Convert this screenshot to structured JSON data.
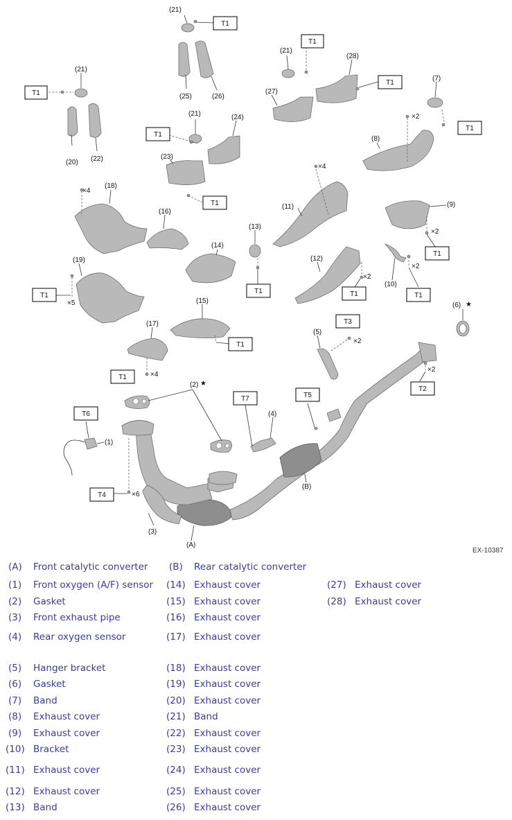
{
  "figure_id": "EX-10387",
  "colors": {
    "legend_text": "#3b3b9e",
    "part_fill": "#b9b9b9",
    "part_stroke": "#6d6d6d"
  },
  "callouts": {
    "c1": "(1)",
    "c2": "(2)",
    "c3": "(3)",
    "c4": "(4)",
    "c5": "(5)",
    "c6": "(6)",
    "c7": "(7)",
    "c8": "(8)",
    "c9": "(9)",
    "c10": "(10)",
    "c11": "(11)",
    "c12": "(12)",
    "c13": "(13)",
    "c14": "(14)",
    "c15": "(15)",
    "c16": "(16)",
    "c17": "(17)",
    "c18": "(18)",
    "c19": "(19)",
    "c20": "(20)",
    "c21": "(21)",
    "c22": "(22)",
    "c23": "(23)",
    "c24": "(24)",
    "c25": "(25)",
    "c26": "(26)",
    "c27": "(27)",
    "c28": "(28)",
    "cA": "(A)",
    "cB": "(B)",
    "star": "★"
  },
  "torque_labels": {
    "t1": "T1",
    "t2": "T2",
    "t3": "T3",
    "t4": "T4",
    "t5": "T5",
    "t6": "T6",
    "t7": "T7"
  },
  "multipliers": {
    "x2": "×2",
    "x4": "×4",
    "x5": "×5",
    "x6": "×6"
  },
  "legend": {
    "A": {
      "code": "(A)",
      "name": "Front catalytic converter"
    },
    "B": {
      "code": "(B)",
      "name": "Rear catalytic converter"
    },
    "p1": {
      "code": "(1)",
      "name": "Front oxygen (A/F) sensor"
    },
    "p2": {
      "code": "(2)",
      "name": "Gasket"
    },
    "p3": {
      "code": "(3)",
      "name": "Front exhaust pipe"
    },
    "p4": {
      "code": "(4)",
      "name": "Rear oxygen sensor"
    },
    "p5": {
      "code": "(5)",
      "name": "Hanger bracket"
    },
    "p6": {
      "code": "(6)",
      "name": "Gasket"
    },
    "p7": {
      "code": "(7)",
      "name": "Band"
    },
    "p8": {
      "code": "(8)",
      "name": "Exhaust cover"
    },
    "p9": {
      "code": "(9)",
      "name": "Exhaust cover"
    },
    "p10": {
      "code": "(10)",
      "name": "Bracket"
    },
    "p11": {
      "code": "(11)",
      "name": "Exhaust cover"
    },
    "p12": {
      "code": "(12)",
      "name": "Exhaust cover"
    },
    "p13": {
      "code": "(13)",
      "name": "Band"
    },
    "p14": {
      "code": "(14)",
      "name": "Exhaust cover"
    },
    "p15": {
      "code": "(15)",
      "name": "Exhaust cover"
    },
    "p16": {
      "code": "(16)",
      "name": "Exhaust cover"
    },
    "p17": {
      "code": "(17)",
      "name": "Exhaust cover"
    },
    "p18": {
      "code": "(18)",
      "name": "Exhaust cover"
    },
    "p19": {
      "code": "(19)",
      "name": "Exhaust cover"
    },
    "p20": {
      "code": "(20)",
      "name": "Exhaust cover"
    },
    "p21": {
      "code": "(21)",
      "name": "Band"
    },
    "p22": {
      "code": "(22)",
      "name": "Exhaust cover"
    },
    "p23": {
      "code": "(23)",
      "name": "Exhaust cover"
    },
    "p24": {
      "code": "(24)",
      "name": "Exhaust cover"
    },
    "p25": {
      "code": "(25)",
      "name": "Exhaust cover"
    },
    "p26": {
      "code": "(26)",
      "name": "Exhaust cover"
    },
    "p27": {
      "code": "(27)",
      "name": "Exhaust cover"
    },
    "p28": {
      "code": "(28)",
      "name": "Exhaust cover"
    }
  }
}
